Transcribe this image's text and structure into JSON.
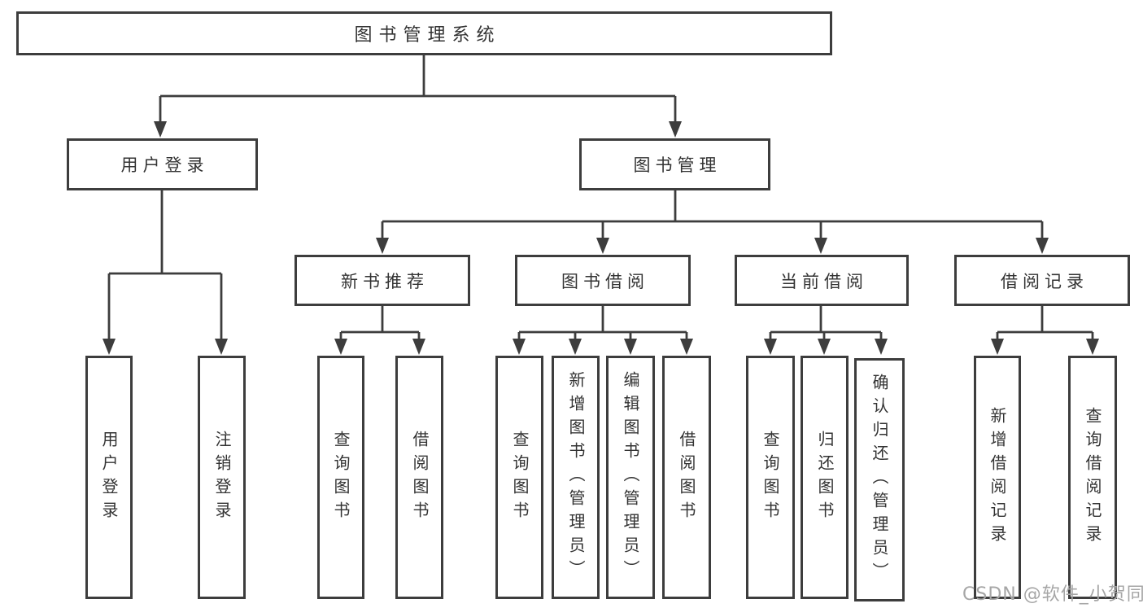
{
  "diagram": {
    "root": {
      "label": "图书管理系统"
    },
    "level2": {
      "user_login": {
        "label": "用户登录"
      },
      "book_management": {
        "label": "图书管理"
      }
    },
    "level3": {
      "new_book_recommend": {
        "label": "新书推荐"
      },
      "book_borrowing": {
        "label": "图书借阅"
      },
      "current_borrowing": {
        "label": "当前借阅"
      },
      "borrowing_records": {
        "label": "借阅记录"
      }
    },
    "leaves": {
      "user_login": {
        "label": "用户登录"
      },
      "logout": {
        "label": "注销登录"
      },
      "nbr_query_books": {
        "label": "查询图书"
      },
      "nbr_borrow_books": {
        "label": "借阅图书"
      },
      "bb_query_books": {
        "label": "查询图书"
      },
      "bb_add_books": {
        "label": "新增图书（管理员）"
      },
      "bb_edit_books": {
        "label": "编辑图书（管理员）"
      },
      "bb_borrow_books": {
        "label": "借阅图书"
      },
      "cb_query_books": {
        "label": "查询图书"
      },
      "cb_return_books": {
        "label": "归还图书"
      },
      "cb_confirm_return": {
        "label": "确认归还（管理员）"
      },
      "rec_add_record": {
        "label": "新增借阅记录"
      },
      "rec_query_record": {
        "label": "查询借阅记录"
      }
    },
    "watermark": "CSDN @软件_小贺同学",
    "colors": {
      "line": "#3d3d3d",
      "text": "#333333",
      "background": "#ffffff",
      "watermark": "#a6a6a6"
    }
  }
}
